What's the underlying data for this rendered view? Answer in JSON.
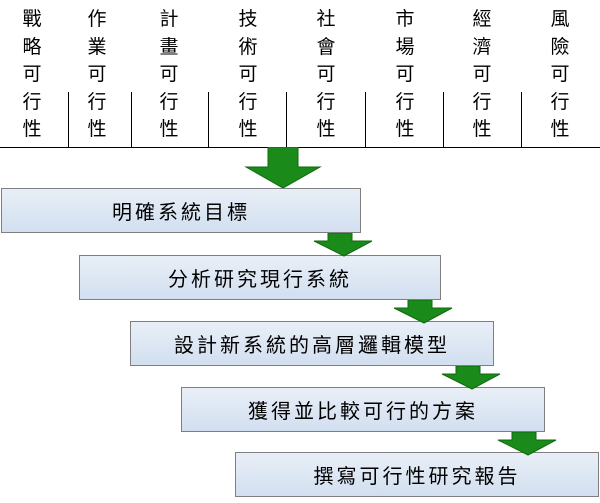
{
  "feasibility_columns": [
    {
      "label": "戰略可行性"
    },
    {
      "label": "作業可行性"
    },
    {
      "label": "計畫可行性"
    },
    {
      "label": "技術可行性"
    },
    {
      "label": "社會可行性"
    },
    {
      "label": "市場可行性"
    },
    {
      "label": "經濟可行性"
    },
    {
      "label": "風險可行性"
    }
  ],
  "steps": [
    {
      "label": "明確系統目標"
    },
    {
      "label": "分析研究現行系統"
    },
    {
      "label": "設計新系統的高層邏輯模型"
    },
    {
      "label": "獲得並比較可行的方案"
    },
    {
      "label": "撰寫可行性研究報告"
    }
  ],
  "colors": {
    "arrow": "#1a8a1a",
    "box_border": "#7f7f7f"
  }
}
